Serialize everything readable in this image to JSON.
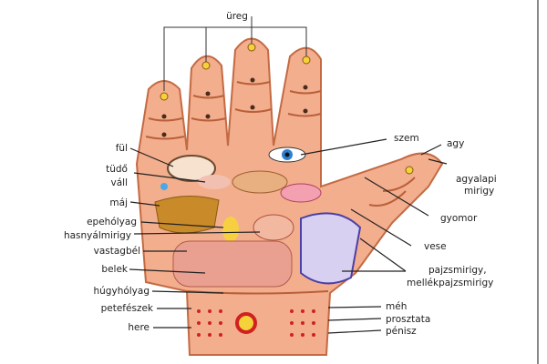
{
  "title_label": "üreg",
  "left_labels": [
    "fül",
    "tüdő",
    "váll",
    "máj",
    "epehólyag",
    "hasnyálmirigy",
    "vastagbél",
    "belek",
    "húgyhólyag",
    "petefészek",
    "here"
  ],
  "right_labels": {
    "szem": "szem",
    "agy": "agy",
    "agyalapi_1": "agyalapi",
    "agyalapi_2": "mirigy",
    "gyomor": "gyomor",
    "vese": "vese",
    "pajzs_1": "pajzsmirigy,",
    "pajzs_2": "mellékpajzsmirigy",
    "meh": "méh",
    "prosztata": "prosztata",
    "penisz": "pénisz"
  },
  "colors": {
    "skin": "#f3ae8e",
    "outline": "#c46a43",
    "liver": "#c98a2a",
    "eye": "#2f7fd0",
    "kidney": "#4b3fa8"
  }
}
